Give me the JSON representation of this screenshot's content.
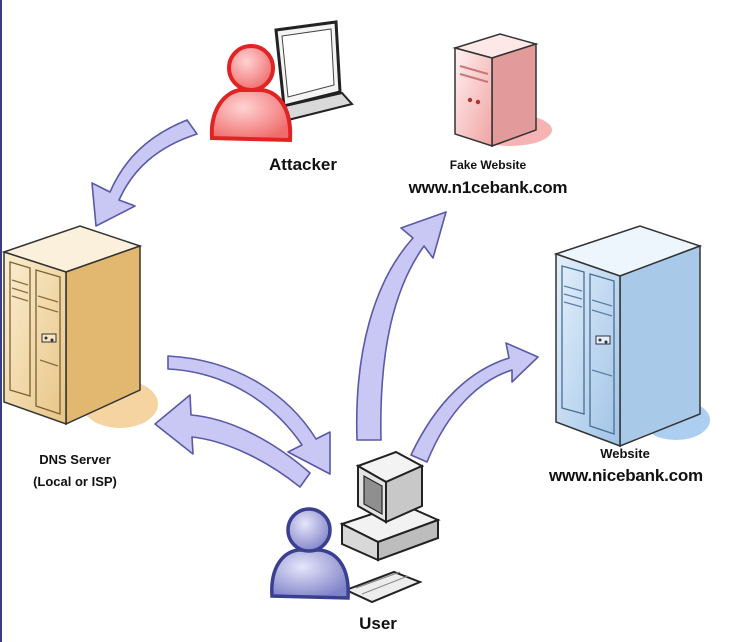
{
  "nodes": {
    "attacker": {
      "label": "Attacker"
    },
    "fake_website": {
      "label": "Fake Website",
      "url": "www.n1cebank.com"
    },
    "dns_server": {
      "label": "DNS Server",
      "sublabel": "(Local or ISP)"
    },
    "website": {
      "label": "Website",
      "url": "www.nicebank.com"
    },
    "user": {
      "label": "User"
    }
  },
  "colors": {
    "arrow_fill": "#c9c8f4",
    "arrow_stroke": "#5a59a6",
    "attacker_accent": "#e23a3a",
    "user_accent": "#6b6fb5",
    "dns_server_tint": "#f3d9a6",
    "website_tint": "#bcd6ee",
    "fake_server_tint": "#f3b1b1"
  }
}
